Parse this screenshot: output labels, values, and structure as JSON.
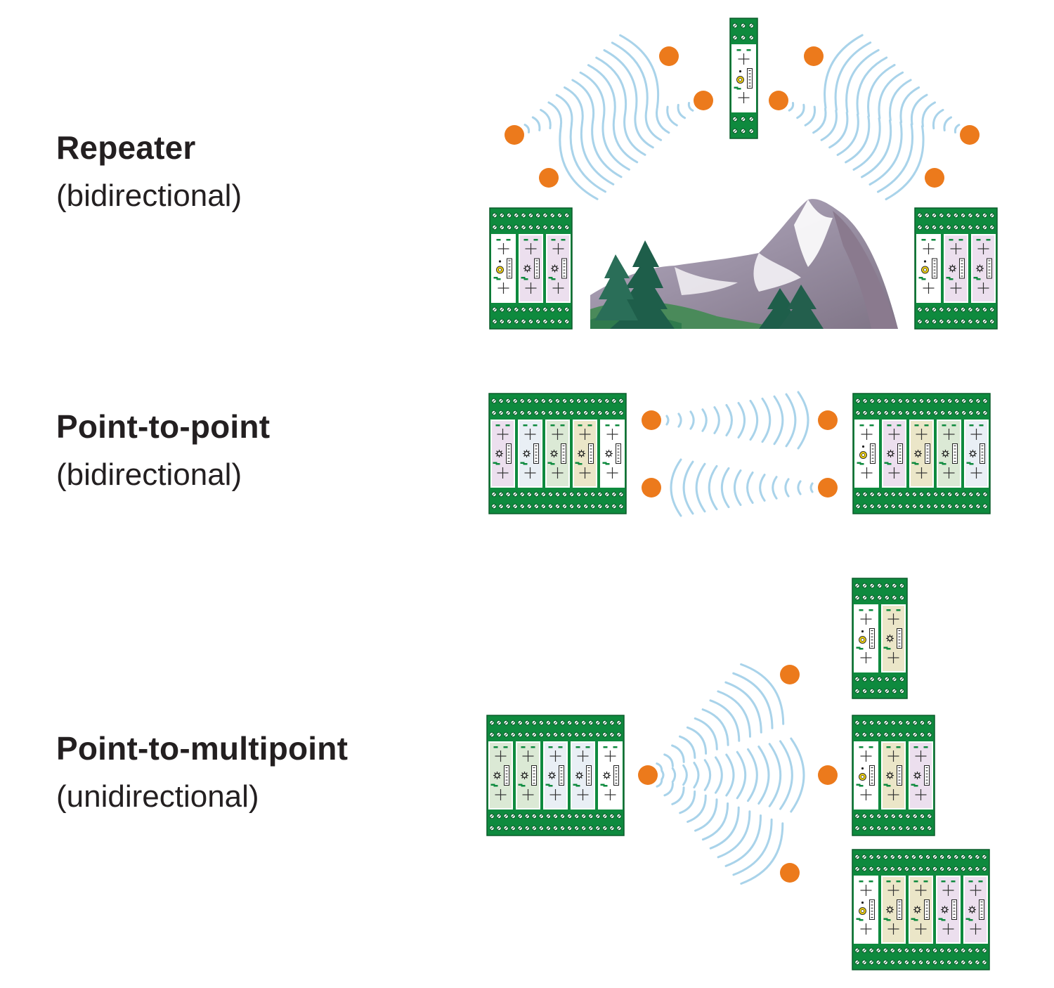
{
  "sections": {
    "repeater": {
      "title": "Repeater",
      "subtitle": "(bidirectional)"
    },
    "point_to_point": {
      "title": "Point-to-point",
      "subtitle": "(bidirectional)"
    },
    "point_to_multipoint": {
      "title": "Point-to-multipoint",
      "subtitle": "(unidirectional)"
    }
  },
  "colors": {
    "module_green": "#0e8a3e",
    "module_dark": "#0a5c2a",
    "antenna_orange": "#ec7a1c",
    "wave_blue": "#a9d3ea",
    "text": "#231f20"
  },
  "module_fills": {
    "white": "#ffffff",
    "pink": "#ecdfee",
    "green": "#dbe9d5",
    "beige": "#ebe6c8",
    "light_blue": "#e9eff5"
  },
  "icons": {
    "antenna": "orange-dot-antenna-icon",
    "radio_wave": "radio-wave-arc-icon",
    "module": "din-rail-io-module-icon",
    "landscape": "mountain-landscape-icon"
  }
}
